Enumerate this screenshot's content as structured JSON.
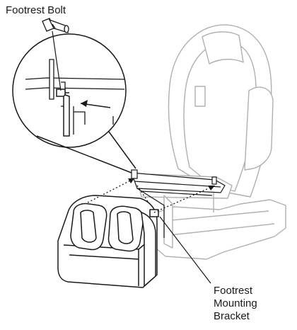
{
  "callouts": {
    "footrest_bolt": "Footrest Bolt",
    "mounting_bracket": [
      "Footrest",
      "Mounting",
      "Bracket"
    ]
  },
  "colors": {
    "outline_dark": "#1a1a1a",
    "outline_light": "#b0b0b0",
    "fill_white": "#ffffff"
  },
  "icons": [
    "bolt-icon",
    "allen-wrench-icon",
    "direction-arrow-icon"
  ]
}
